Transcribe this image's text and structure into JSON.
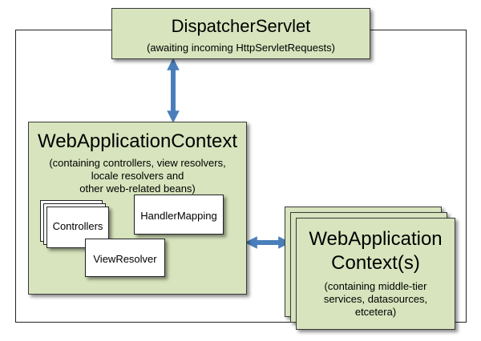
{
  "dispatcher": {
    "title": "DispatcherServlet",
    "subtitle": "(awaiting incoming HttpServletRequests)"
  },
  "web_context": {
    "title": "WebApplicationContext",
    "subtitle_lines": [
      "(containing controllers, view resolvers,",
      "locale resolvers and",
      "other web-related beans)"
    ],
    "components": {
      "controllers": "Controllers",
      "handler_mapping": "HandlerMapping",
      "view_resolver": "ViewResolver"
    }
  },
  "root_context": {
    "title_lines": [
      "WebApplication",
      "Context(s)"
    ],
    "subtitle_lines": [
      "(containing middle-tier",
      "services, datasources,",
      "etcetera)"
    ]
  },
  "colors": {
    "box_fill": "#d7e4bd",
    "arrow": "#4a7ebb"
  }
}
